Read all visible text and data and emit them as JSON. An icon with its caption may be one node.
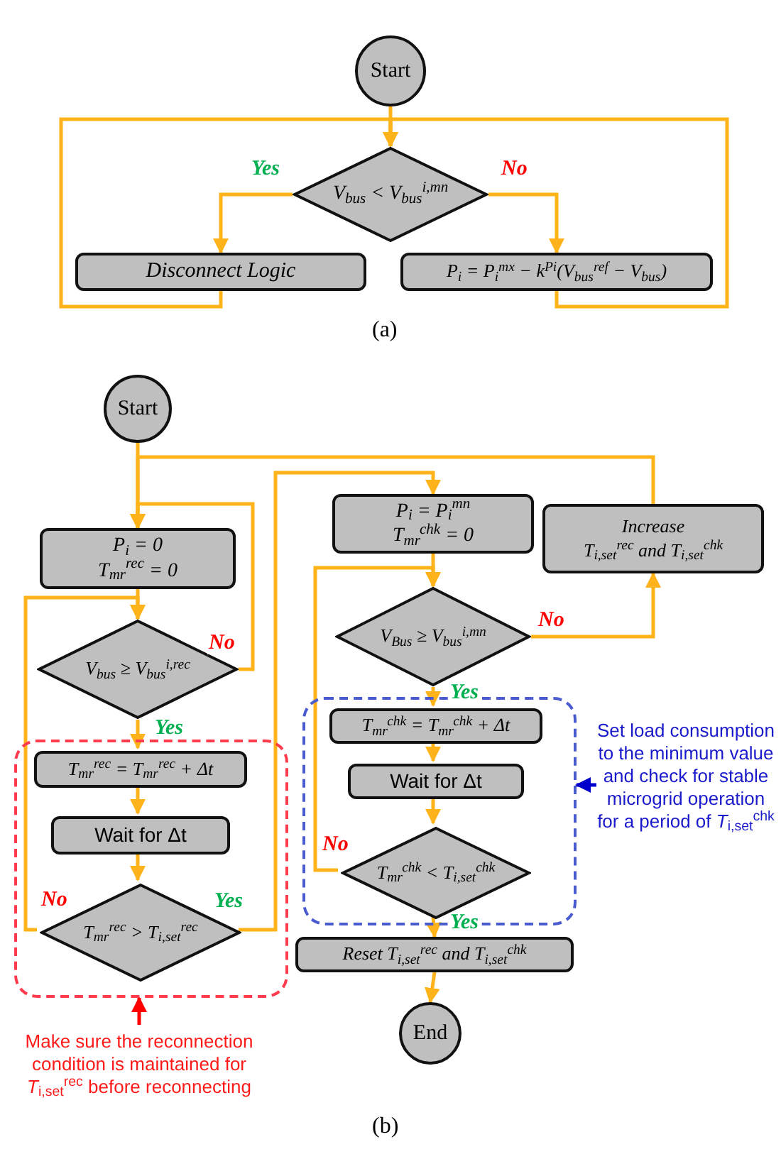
{
  "diagram": {
    "nodes": [
      {
        "text": [
          "Start"
        ]
      },
      {
        "text": [
          "V$_{bus}$ < V$_{bus}$$^{i,mn}$"
        ]
      },
      {
        "text": [
          "Disconnect Logic"
        ]
      },
      {
        "text": [
          "P$_{i}$ = P$_{i}$$^{mx}$ − k$^{Pi}$(V$_{bus}$$^{ref}$ − V$_{bus}$)"
        ]
      },
      {
        "text": [
          "Start"
        ]
      },
      {
        "text": [
          "P$_{i}$ = 0",
          "T$_{mr}$$^{rec}$ = 0"
        ]
      },
      {
        "text": [
          "V$_{bus}$ ≥ V$_{bus}$$^{i,rec}$"
        ]
      },
      {
        "text": [],
        "shape": "box"
      },
      {
        "text": [
          "T$_{mr}$$^{rec}$ = T$_{mr}$$^{rec}$ + Δt"
        ],
        "in": 7
      },
      {
        "text": [
          "Wait for Δt"
        ],
        "in": 7
      },
      {
        "text": [
          "T$_{mr}$$^{rec}$ > T$_{i,set}$$^{rec}$"
        ],
        "in": 7
      },
      {
        "text": [
          "P$_{i}$ = P$_{i}$$^{mn}$",
          "T$_{mr}$$^{chk}$ = 0"
        ]
      },
      {
        "text": [
          "Increase",
          "T$_{i,set}$$^{rec}$ and T$_{i,set}$$^{chk}$"
        ]
      },
      {
        "text": [
          "V$_{Bus}$ ≥ V$_{bus}$$^{i,mn}$"
        ]
      },
      {
        "text": [],
        "shape": "box"
      },
      {
        "text": [
          "T$_{mr}$$^{chk}$ = T$_{mr}$$^{chk}$ + Δt"
        ],
        "in": 14
      },
      {
        "text": [
          "Wait for Δt"
        ],
        "in": 14
      },
      {
        "text": [
          "T$_{mr}$$^{chk}$ < T$_{i,set}$$^{chk}$"
        ],
        "in": 14
      },
      {
        "text": [
          "Reset T$_{i,set}$$^{rec}$ and T$_{i,set}$$^{chk}$"
        ]
      },
      {
        "text": [
          "End"
        ]
      },
      {
        "text": [
          "Make sure the reconnection condition is maintained for *T*$_{i,set}$$^{rec}$ before reconnecting"
        ]
      },
      {
        "text": [
          "Set load consumption to the minimum value and check for stable microgrid operation for a period of *T*$_{i,set}$$^{chk}$"
        ]
      }
    ],
    "edges": [
      {
        "from": 0,
        "to": 1,
        "arrow": "to"
      },
      {
        "from": 1,
        "to": 2,
        "arrow": "to",
        "label": "Yes"
      },
      {
        "from": 1,
        "to": 3,
        "arrow": "to",
        "label": "No"
      },
      {
        "from": 2,
        "to": 1,
        "arrow": "to"
      },
      {
        "from": 3,
        "to": 1,
        "arrow": "to"
      },
      {
        "from": 4,
        "to": 5,
        "arrow": "to"
      },
      {
        "from": 5,
        "to": 6,
        "arrow": "to"
      },
      {
        "from": 6,
        "to": 5,
        "arrow": "to",
        "label": "No"
      },
      {
        "from": 6,
        "to": 8,
        "arrow": "to",
        "label": "Yes"
      },
      {
        "from": 8,
        "to": 9,
        "arrow": "to"
      },
      {
        "from": 9,
        "to": 10,
        "arrow": "to"
      },
      {
        "from": 10,
        "to": 6,
        "arrow": "to",
        "label": "No"
      },
      {
        "from": 10,
        "to": 11,
        "arrow": "to",
        "label": "Yes"
      },
      {
        "from": 11,
        "to": 13,
        "arrow": "to"
      },
      {
        "from": 13,
        "to": 12,
        "arrow": "to",
        "label": "No"
      },
      {
        "from": 12,
        "to": 5,
        "arrow": "to"
      },
      {
        "from": 13,
        "to": 15,
        "arrow": "to",
        "label": "Yes"
      },
      {
        "from": 15,
        "to": 16,
        "arrow": "to"
      },
      {
        "from": 16,
        "to": 17,
        "arrow": "to"
      },
      {
        "from": 17,
        "to": 13,
        "arrow": "to",
        "label": "No"
      },
      {
        "from": 17,
        "to": 18,
        "arrow": "to",
        "label": "Yes"
      },
      {
        "from": 18,
        "to": 19,
        "arrow": "to"
      },
      {
        "from": 20,
        "to": 7,
        "arrow": "to",
        "color": "#ff0000"
      },
      {
        "from": 21,
        "to": 14,
        "arrow": "to",
        "color": "#0000cc"
      }
    ],
    "labels": [
      "(a)",
      "(b)"
    ]
  }
}
